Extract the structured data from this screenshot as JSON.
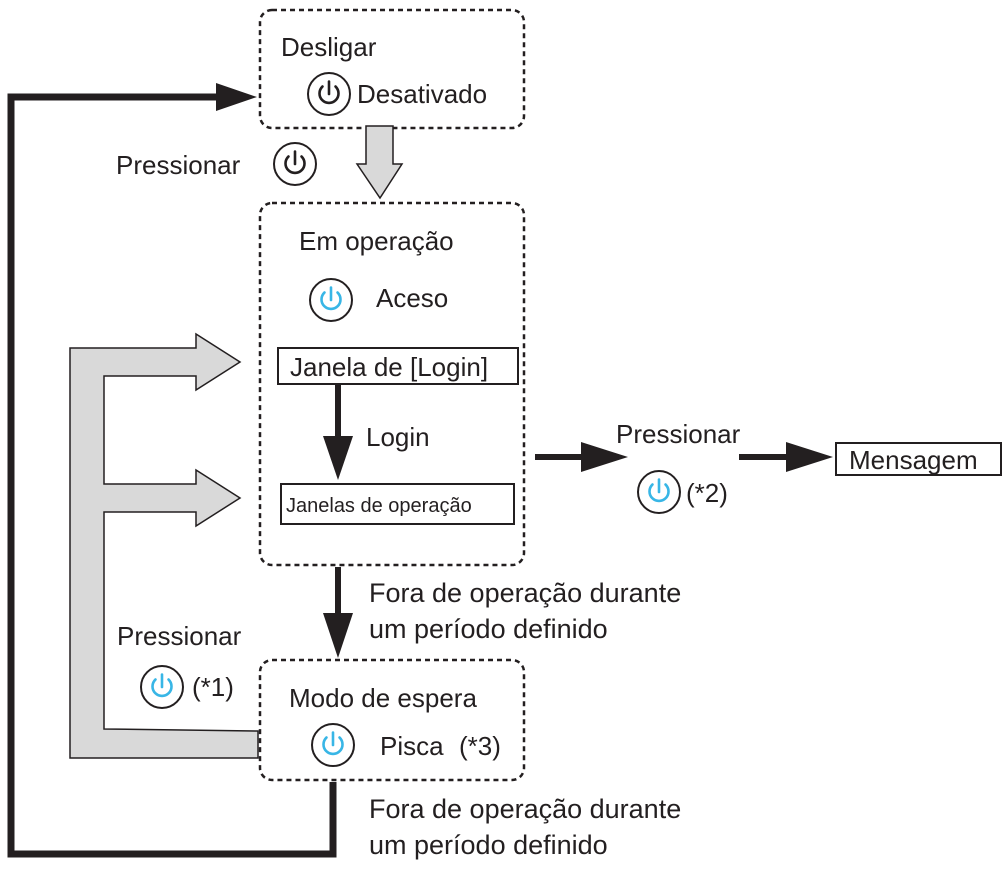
{
  "states": {
    "off": {
      "title": "Desligar",
      "status": "Desativado"
    },
    "operating": {
      "title": "Em operação",
      "status": "Aceso",
      "login_window": "Janela de [Login]",
      "login_step": "Login",
      "operation_windows": "Janelas de operação"
    },
    "standby": {
      "title": "Modo de espera",
      "status": "Pisca",
      "note": "(*3)"
    }
  },
  "transitions": {
    "press_top": "Pressionar",
    "press_right": "Pressionar",
    "press_right_note": "(*2)",
    "message": "Mensagem",
    "press_left": "Pressionar",
    "press_left_note": "(*1)",
    "idle_1": [
      "Fora de operação durante",
      "um período definido"
    ],
    "idle_2": [
      "Fora de operação durante",
      "um período definido"
    ]
  },
  "colors": {
    "line": "#231f20",
    "power_on": "#38b6e6",
    "gray_arrow": "#d9d9d9"
  },
  "icons": {
    "power": "power-icon"
  }
}
